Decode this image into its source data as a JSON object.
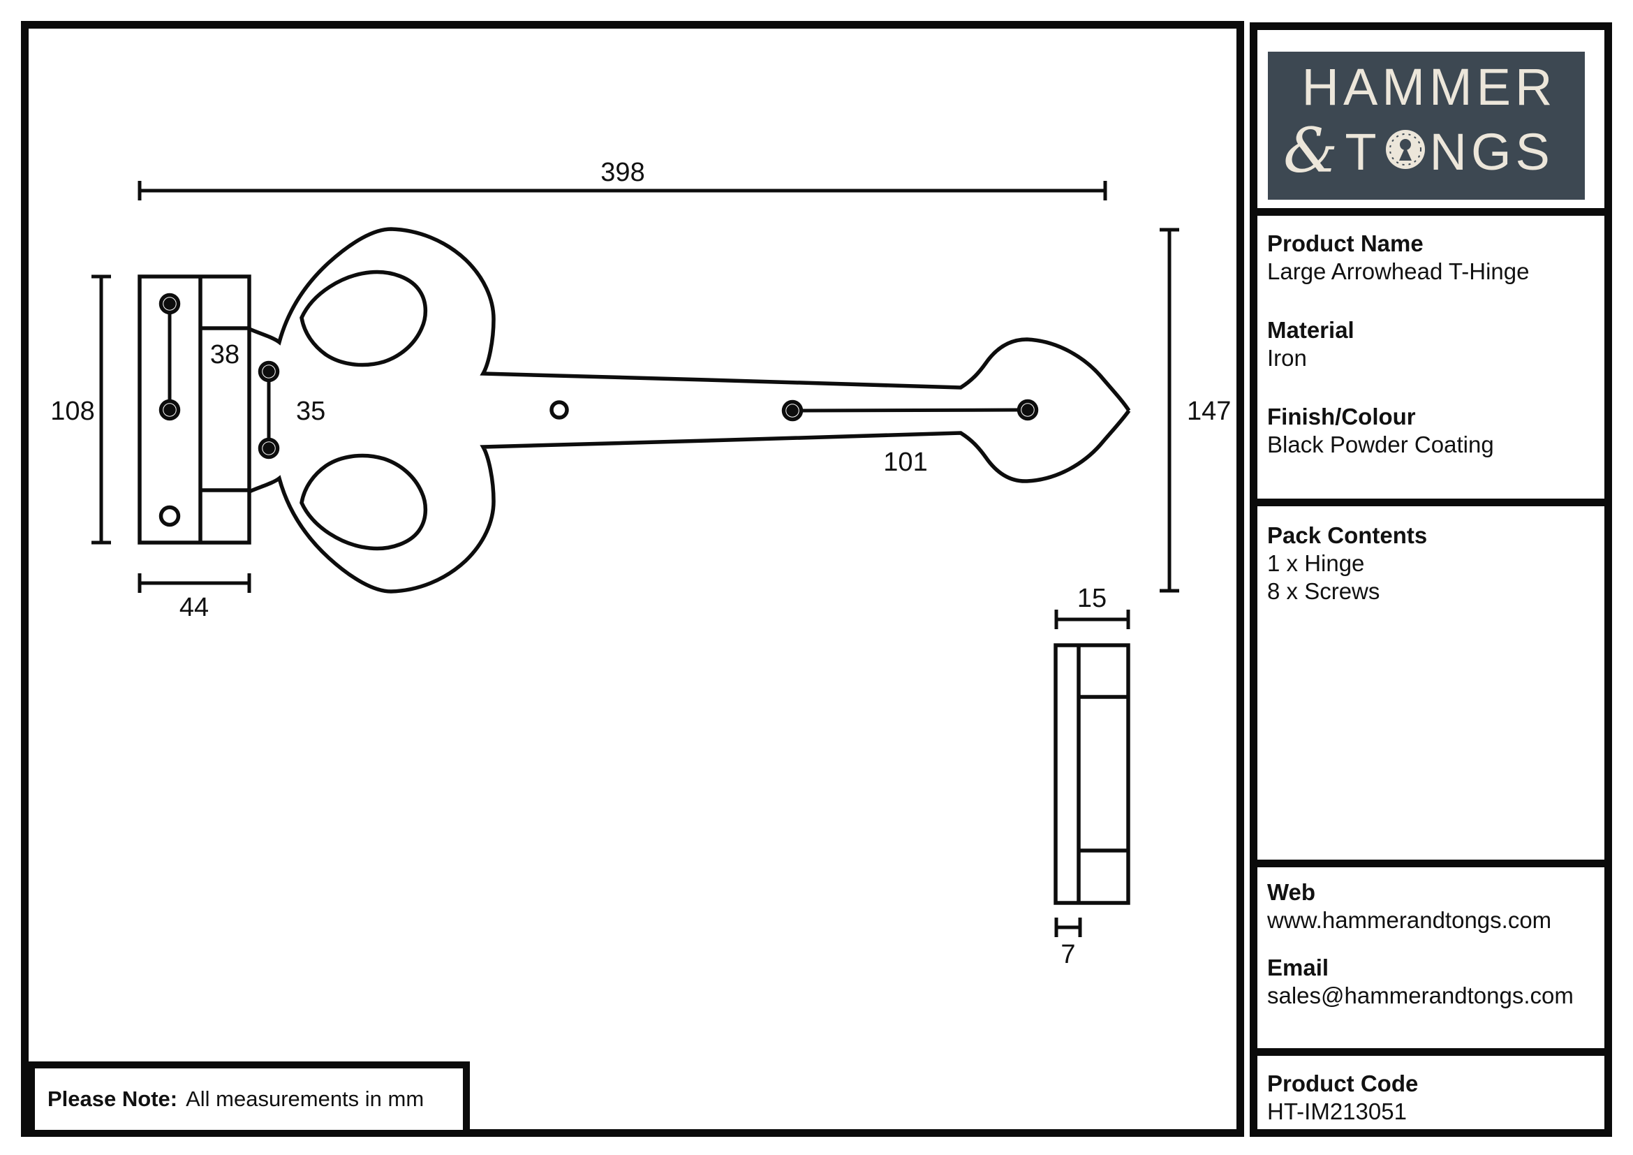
{
  "colors": {
    "ink": "#0d0d0d",
    "border": "#0b0b0b",
    "logo_bg": "#3d4852",
    "logo_fg": "#ece6da"
  },
  "logo": {
    "line1": "HAMMER",
    "ampersand": "&",
    "line2_before_keyhole": "T",
    "line2_after_keyhole": "NGS",
    "keyhole_icon": "keyhole-icon"
  },
  "panels": {
    "product": {
      "heading": "Product Name",
      "value": "Large Arrowhead T-Hinge"
    },
    "material": {
      "heading": "Material",
      "value": "Iron"
    },
    "finish": {
      "heading": "Finish/Colour",
      "value": "Black Powder Coating"
    },
    "pack": {
      "heading": "Pack Contents",
      "items": [
        "1 x Hinge",
        "8 x Screws"
      ]
    },
    "web": {
      "heading": "Web",
      "value": "www.hammerandtongs.com"
    },
    "email": {
      "heading": "Email",
      "value": "sales@hammerandtongs.com"
    },
    "code": {
      "heading": "Product Code",
      "value": "HT-IM213051"
    }
  },
  "note": {
    "label": "Please Note:",
    "text": "All measurements in mm"
  },
  "drawing": {
    "type": "technical-dimension-drawing",
    "views": [
      "front view of arrowhead T-hinge",
      "side profile view"
    ],
    "dims": {
      "overall_length": "398",
      "plate_height": "108",
      "plate_width": "44",
      "knuckle_width": "38",
      "plate_hole_spacing": "35",
      "arm_hole_spacing": "101",
      "overall_height": "147",
      "side_view_width": "15",
      "side_view_thickness": "7"
    }
  }
}
